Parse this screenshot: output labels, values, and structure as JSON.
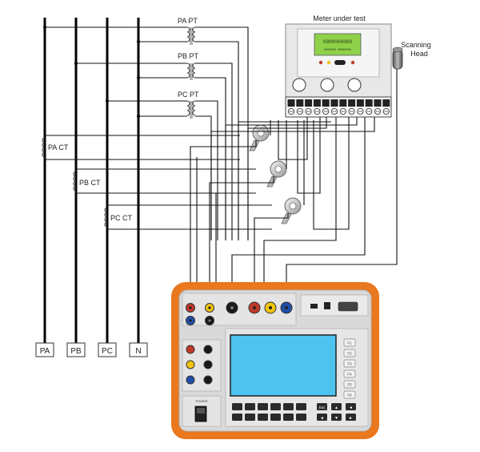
{
  "labels": {
    "meter_under_test": "Meter under test",
    "scanning_head": [
      "Scanning",
      "Head"
    ],
    "pa_pt": "PA PT",
    "pb_pt": "PB PT",
    "pc_pt": "PC PT",
    "pa_ct": "PA CT",
    "pb_ct": "PB CT",
    "pc_ct": "PC CT"
  },
  "phases": [
    "PA",
    "PB",
    "PC",
    "N"
  ],
  "meter": {
    "display_line1": "0000000000",
    "display_line2": "0000000 00000000"
  },
  "instrument": {
    "power_label": "POWER",
    "function_keys": [
      "F1",
      "F2",
      "F3",
      "F4",
      "F5",
      "F6"
    ],
    "esc_label": "Esc",
    "ent_label": "Ent"
  },
  "colors": {
    "instrument_border": "#e9781f",
    "screen": "#4fc3ef",
    "meter_display": "#8fd14a",
    "jack_red": "#c0392b",
    "jack_yellow": "#f1c40f",
    "jack_blue": "#1f4fa8",
    "jack_black": "#1a1a1a"
  }
}
